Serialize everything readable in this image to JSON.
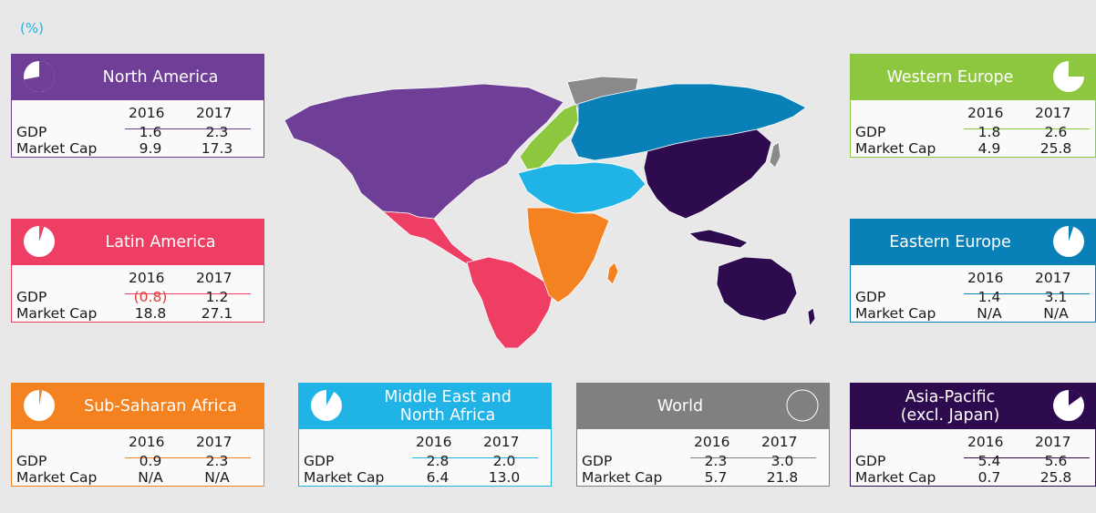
{
  "unit_label": "(%)",
  "years": [
    "2016",
    "2017"
  ],
  "row_labels": [
    "GDP",
    "Market Cap"
  ],
  "regions": {
    "north_america": {
      "title": "North America",
      "color": "#6f3e96",
      "pie_share": 0.72,
      "gdp": [
        "1.6",
        "2.3"
      ],
      "market_cap": [
        "9.9",
        "17.3"
      ]
    },
    "latin_america": {
      "title": "Latin America",
      "color": "#ee3e64",
      "pie_share": 0.05,
      "gdp": [
        "(0.8)",
        "1.2"
      ],
      "market_cap": [
        "18.8",
        "27.1"
      ]
    },
    "sub_saharan_africa": {
      "title": "Sub-Saharan Africa",
      "color": "#f58220",
      "pie_share": 0.03,
      "gdp": [
        "0.9",
        "2.3"
      ],
      "market_cap": [
        "N/A",
        "N/A"
      ]
    },
    "mena": {
      "title": "Middle East and North Africa",
      "title_line1": "Middle East and",
      "title_line2": "North Africa",
      "color": "#1fb3e6",
      "pie_share": 0.08,
      "gdp": [
        "2.8",
        "2.0"
      ],
      "market_cap": [
        "6.4",
        "13.0"
      ]
    },
    "world": {
      "title": "World",
      "color": "#808080",
      "pie_share": 0,
      "gdp": [
        "2.3",
        "3.0"
      ],
      "market_cap": [
        "5.7",
        "21.8"
      ]
    },
    "western_europe": {
      "title": "Western Europe",
      "color": "#8dc63f",
      "pie_share": 0.25,
      "gdp": [
        "1.8",
        "2.6"
      ],
      "market_cap": [
        "4.9",
        "25.8"
      ]
    },
    "eastern_europe": {
      "title": "Eastern Europe",
      "color": "#0a80b8",
      "pie_share": 0.05,
      "gdp": [
        "1.4",
        "3.1"
      ],
      "market_cap": [
        "N/A",
        "N/A"
      ]
    },
    "asia_pacific": {
      "title": "Asia-Pacific (excl. Japan)",
      "title_line1": "Asia-Pacific",
      "title_line2": "(excl. Japan)",
      "color": "#2e0b4f",
      "pie_share": 0.15,
      "gdp": [
        "5.4",
        "5.6"
      ],
      "market_cap": [
        "0.7",
        "25.8"
      ]
    }
  },
  "map_colors": {
    "greenland": "#8a8a8a",
    "ocean_background": "#e8e8e8",
    "border": "#ffffff"
  }
}
